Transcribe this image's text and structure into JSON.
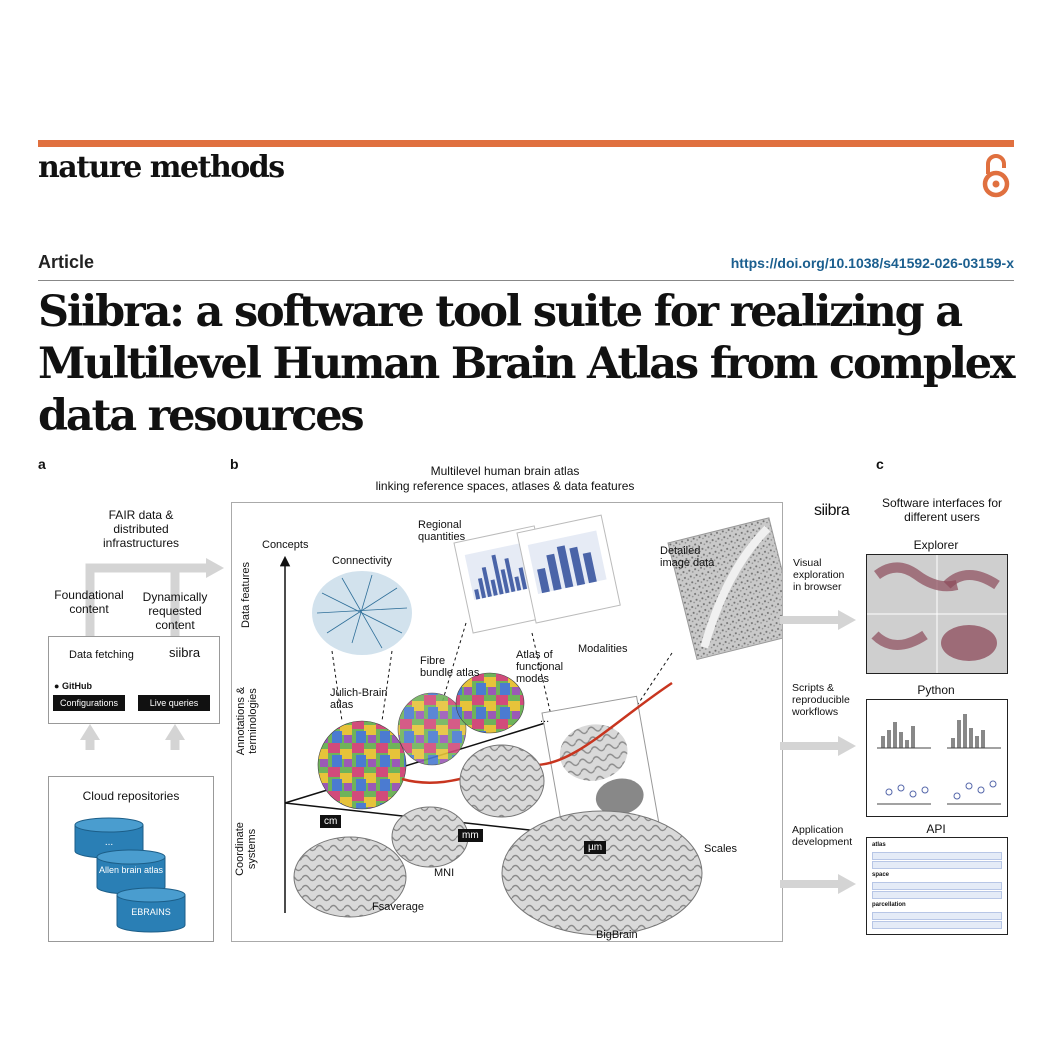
{
  "header": {
    "journal": "nature methods",
    "article_type": "Article",
    "doi": "https://doi.org/10.1038/s41592-026-03159-x",
    "title": "Siibra: a software tool suite for realizing a Multilevel Human Brain Atlas from complex data resources",
    "accent_color": "#e0703f",
    "icons": [
      "open-access-icon"
    ]
  },
  "figure": {
    "panel_a": {
      "letter": "a",
      "fair_label": "FAIR data & distributed infrastructures",
      "foundational": "Foundational content",
      "dynamic": "Dynamically requested content",
      "fetching_label": "Data fetching",
      "siibra_logo": "siibra",
      "github_label": "GitHub",
      "configurations": "Configurations",
      "live_queries": "Live queries",
      "cloud_label": "Cloud repositories",
      "cylinders": [
        "...",
        "Allen brain atlas",
        "EBRAINS"
      ]
    },
    "panel_b": {
      "letter": "b",
      "heading_line1": "Multilevel human brain atlas",
      "heading_line2": "linking reference spaces, atlases & data features",
      "axis_concepts": "Concepts",
      "axis_modalities": "Modalities",
      "axis_scales": "Scales",
      "row_data_features": "Data features",
      "row_annotations": "Annotations & terminologies",
      "row_coordinates": "Coordinate systems",
      "connectivity": "Connectivity",
      "regional_quantities": "Regional quantities",
      "detailed_image": "Detailed image data",
      "julich_brain": "Julich-Brain atlas",
      "fibre_bundle": "Fibre bundle atlas",
      "functional_modes": "Atlas of functional modes",
      "ellipsis": "...",
      "scale_cm": "cm",
      "scale_mm": "mm",
      "scale_um": "µm",
      "fsaverage": "Fsaverage",
      "mni": "MNI",
      "bigbrain": "BigBrain"
    },
    "panel_c": {
      "letter": "c",
      "siibra_logo": "siibra",
      "heading": "Software interfaces for different users",
      "visual_label": "Visual exploration in browser",
      "explorer": "Explorer",
      "scripts_label": "Scripts & reproducible workflows",
      "python": "Python",
      "app_label": "Application development",
      "api": "API",
      "api_sections": [
        "atlas",
        "space",
        "parcellation"
      ]
    }
  }
}
